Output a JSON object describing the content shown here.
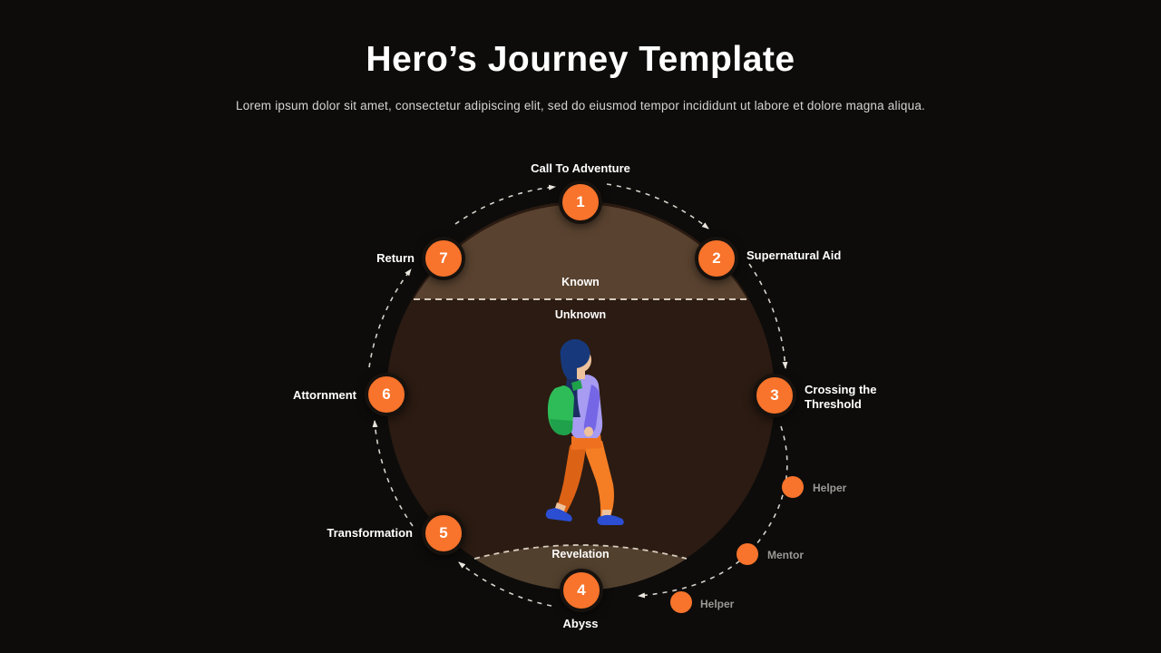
{
  "slide": {
    "title": "Hero’s Journey Template",
    "subtitle": "Lorem ipsum dolor sit amet, consectetur adipiscing elit, sed do eiusmod tempor incididunt ut labore et dolore magna aliqua."
  },
  "diagram": {
    "zones": {
      "known": "Known",
      "unknown": "Unknown",
      "revelation": "Revelation"
    },
    "steps": [
      {
        "number": "1",
        "label": "Call To Adventure"
      },
      {
        "number": "2",
        "label": "Supernatural Aid"
      },
      {
        "number": "3",
        "label": "Crossing the Threshold"
      },
      {
        "number": "4",
        "label": "Abyss"
      },
      {
        "number": "5",
        "label": "Transformation"
      },
      {
        "number": "6",
        "label": "Attornment"
      },
      {
        "number": "7",
        "label": "Return"
      }
    ],
    "side_nodes": [
      {
        "label": "Helper"
      },
      {
        "label": "Mentor"
      },
      {
        "label": "Helper"
      }
    ],
    "illustration": "walking-hero-with-backpack"
  },
  "colors": {
    "background": "#0d0c0b",
    "accent_orange": "#F8732B",
    "circle_unknown": "#2B1B12",
    "segment_known": "#59422F",
    "segment_revelation": "#52402E",
    "dashed_line": "#D8D2CA",
    "muted_label": "#9B9894"
  }
}
